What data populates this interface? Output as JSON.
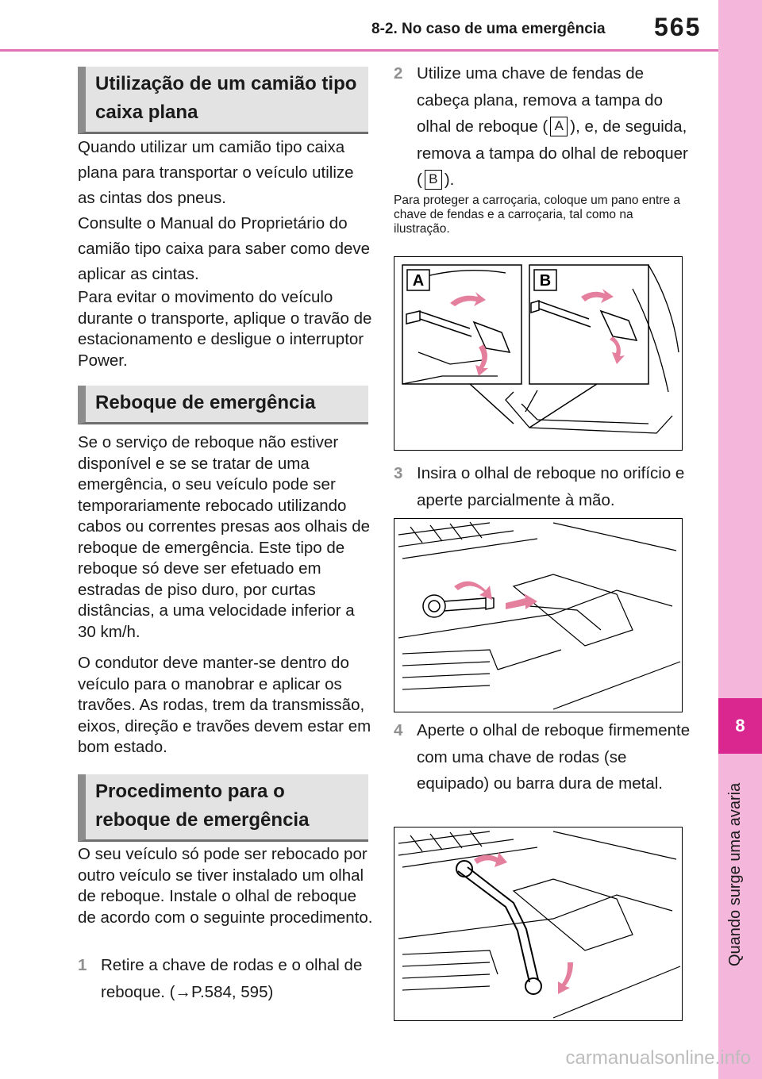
{
  "header": {
    "title": "8-2. No caso de uma emergência",
    "page_number": "565"
  },
  "side_tab": {
    "chapter_number": "8",
    "chapter_title": "Quando surge uma avaria"
  },
  "left": {
    "sec1_title": "Utilização de um camião tipo caixa plana",
    "p1": "Quando utilizar um camião tipo caixa plana para transportar o veículo utilize as cintas dos pneus.",
    "p2": "Consulte o Manual do Proprietário do camião tipo caixa para saber como deve aplicar as cintas.",
    "p3": "Para evitar o movimento do veículo durante o transporte, aplique o travão de estacionamento e desligue o interruptor Power.",
    "sec2_title": "Reboque de emergência",
    "p4": "Se o serviço de reboque não estiver disponível e se se tratar de uma emergência, o seu veículo pode ser temporariamente rebocado utilizando cabos ou correntes presas aos olhais de reboque de emergência. Este tipo de reboque só deve ser efetuado em estradas de piso duro, por curtas distâncias, a uma velocidade inferior a 30 km/h.",
    "p5": "O condutor deve manter-se dentro do veículo para o manobrar e aplicar os travões. As rodas, trem da transmissão, eixos, direção e travões devem estar em bom estado.",
    "sec3_title": "Procedimento para o reboque de emergência",
    "p6": "O seu veículo só pode ser rebocado por outro veículo se tiver instalado um olhal de reboque. Instale o olhal de reboque de acordo com o seguinte procedimento.",
    "step1_num": "1",
    "step1_text": "Retire a chave de rodas e o olhal de reboque. (→P.584, 595)"
  },
  "right": {
    "step2_num": "2",
    "step2_a": "Utilize uma chave de fendas de cabeça plana, remova a tampa do olhal de reboque (",
    "step2_b": "), e, de seguida, remova a tampa do olhal de reboquer (",
    "step2_c": ").",
    "label_a": "A",
    "label_b": "B",
    "note": "Para proteger a carroçaria, coloque um pano entre a chave de fendas e a carroçaria, tal como na ilustração.",
    "step3_num": "3",
    "step3_text": "Insira o olhal de reboque no orifício e aperte parcialmente à mão.",
    "step4_num": "4",
    "step4_text": "Aperte o olhal de reboque firmemente com uma chave de rodas (se equipado) ou barra dura de metal."
  },
  "watermark": "carmanualsonline.info",
  "colors": {
    "accent": "#d9278f",
    "tab_bg": "#f4b6da",
    "header_rule": "#e070b8",
    "section_bg": "#e3e3e3",
    "arrow": "#e4809e"
  }
}
